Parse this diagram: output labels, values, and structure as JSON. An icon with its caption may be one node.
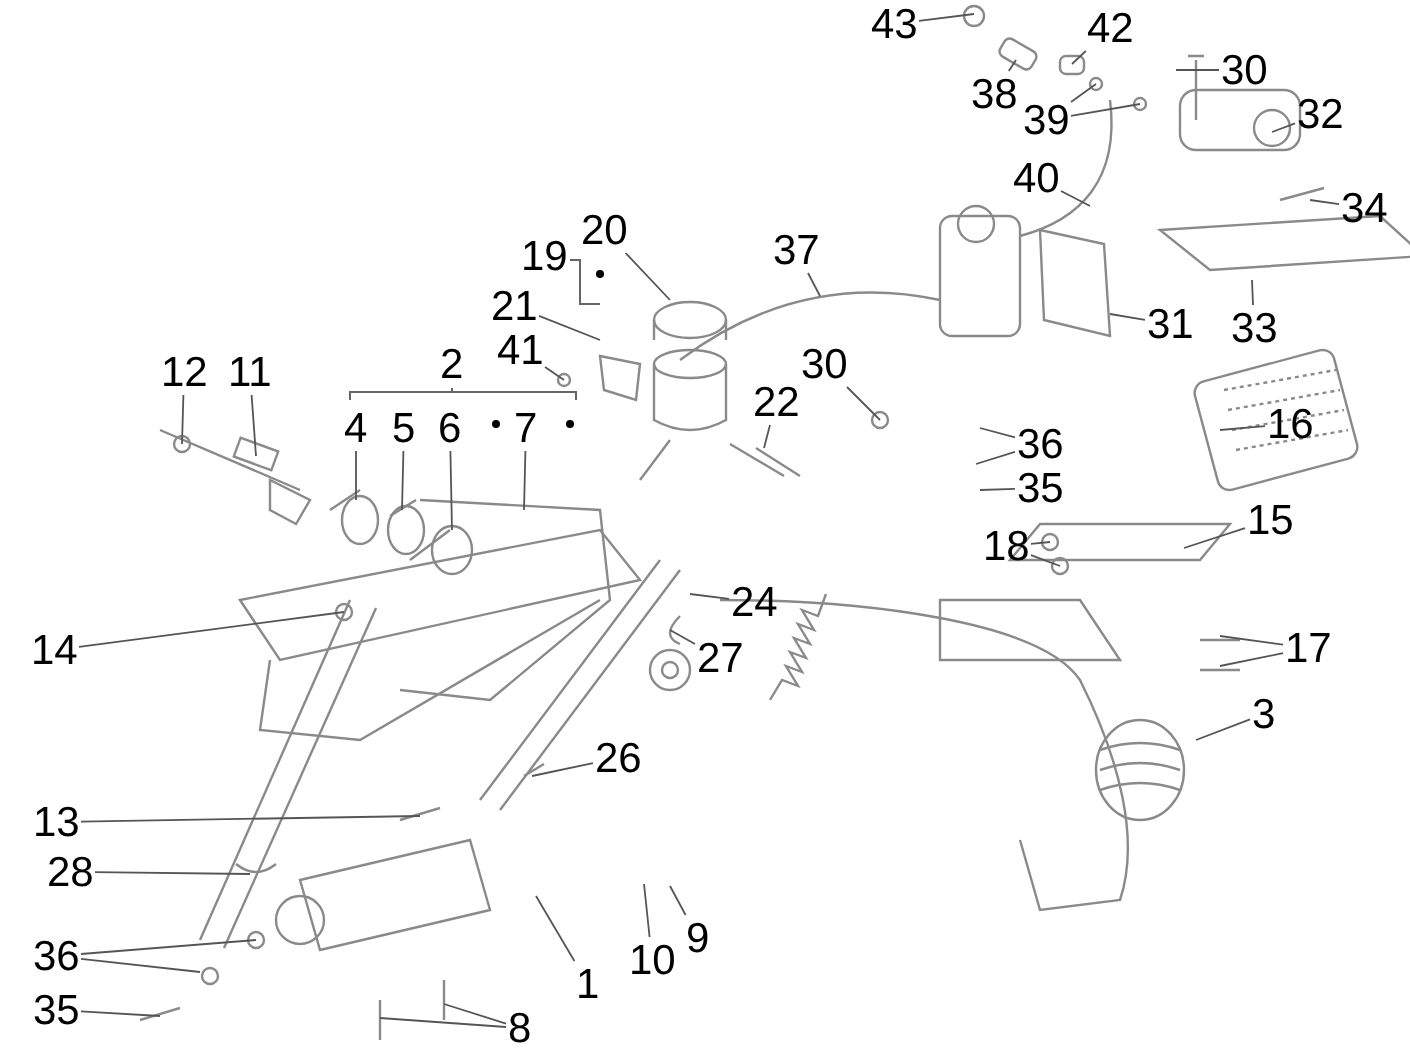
{
  "diagram": {
    "nodes": [
      {
        "text": [
          "43"
        ]
      },
      {
        "text": [
          "38"
        ]
      },
      {
        "text": [
          "42"
        ]
      },
      {
        "text": [
          "39"
        ]
      },
      {
        "text": [
          "30"
        ]
      },
      {
        "text": [
          "32"
        ]
      },
      {
        "text": [
          "34"
        ]
      },
      {
        "text": [
          "40"
        ]
      },
      {
        "text": [
          "33"
        ]
      },
      {
        "text": [
          "31"
        ]
      },
      {
        "text": [
          "20"
        ]
      },
      {
        "text": [
          "19"
        ]
      },
      {
        "text": [
          "37"
        ]
      },
      {
        "text": [
          "21"
        ]
      },
      {
        "text": [
          "41"
        ]
      },
      {
        "text": [
          "12"
        ]
      },
      {
        "text": [
          "11"
        ]
      },
      {
        "text": [
          "2"
        ]
      },
      {
        "text": [
          "4"
        ]
      },
      {
        "text": [
          "5"
        ]
      },
      {
        "text": [
          "6"
        ]
      },
      {
        "text": [
          "7"
        ]
      },
      {
        "text": [
          "30"
        ]
      },
      {
        "text": [
          "22"
        ]
      },
      {
        "text": [
          "36"
        ]
      },
      {
        "text": [
          "16"
        ]
      },
      {
        "text": [
          "35"
        ]
      },
      {
        "text": [
          "15"
        ]
      },
      {
        "text": [
          "18"
        ]
      },
      {
        "text": [
          "14"
        ]
      },
      {
        "text": [
          "24"
        ]
      },
      {
        "text": [
          "17"
        ]
      },
      {
        "text": [
          "27"
        ]
      },
      {
        "text": [
          "3"
        ]
      },
      {
        "text": [
          "13"
        ]
      },
      {
        "text": [
          "26"
        ]
      },
      {
        "text": [
          "28"
        ]
      },
      {
        "text": [
          "36"
        ]
      },
      {
        "text": [
          "35"
        ]
      },
      {
        "text": [
          "10"
        ]
      },
      {
        "text": [
          "9"
        ]
      },
      {
        "text": [
          "1"
        ]
      },
      {
        "text": [
          "8"
        ]
      }
    ],
    "edges": [
      {
        "from": 0,
        "to": null,
        "arrow": "none"
      },
      {
        "from": 1,
        "to": null,
        "arrow": "none"
      },
      {
        "from": 2,
        "to": null,
        "arrow": "none"
      },
      {
        "from": 3,
        "to": null,
        "arrow": "none"
      },
      {
        "from": 3,
        "to": null,
        "arrow": "none"
      },
      {
        "from": 4,
        "to": null,
        "arrow": "none"
      },
      {
        "from": 5,
        "to": null,
        "arrow": "none"
      },
      {
        "from": 6,
        "to": null,
        "arrow": "none"
      },
      {
        "from": 7,
        "to": null,
        "arrow": "none"
      },
      {
        "from": 8,
        "to": null,
        "arrow": "none"
      },
      {
        "from": 9,
        "to": null,
        "arrow": "none"
      },
      {
        "from": 10,
        "to": null,
        "arrow": "none"
      },
      {
        "from": 12,
        "to": null,
        "arrow": "none"
      },
      {
        "from": 13,
        "to": null,
        "arrow": "none"
      },
      {
        "from": 14,
        "to": null,
        "arrow": "none"
      },
      {
        "from": 15,
        "to": null,
        "arrow": "none"
      },
      {
        "from": 16,
        "to": null,
        "arrow": "none"
      },
      {
        "from": 18,
        "to": null,
        "arrow": "none"
      },
      {
        "from": 19,
        "to": null,
        "arrow": "none"
      },
      {
        "from": 20,
        "to": null,
        "arrow": "none"
      },
      {
        "from": 21,
        "to": null,
        "arrow": "none"
      },
      {
        "from": 22,
        "to": null,
        "arrow": "none"
      },
      {
        "from": 23,
        "to": null,
        "arrow": "none"
      },
      {
        "from": 24,
        "to": null,
        "arrow": "none"
      },
      {
        "from": 24,
        "to": null,
        "arrow": "none"
      },
      {
        "from": 25,
        "to": null,
        "arrow": "none"
      },
      {
        "from": 26,
        "to": null,
        "arrow": "none"
      },
      {
        "from": 27,
        "to": null,
        "arrow": "none"
      },
      {
        "from": 28,
        "to": null,
        "arrow": "none"
      },
      {
        "from": 28,
        "to": null,
        "arrow": "none"
      },
      {
        "from": 29,
        "to": null,
        "arrow": "none"
      },
      {
        "from": 30,
        "to": null,
        "arrow": "none"
      },
      {
        "from": 31,
        "to": null,
        "arrow": "none"
      },
      {
        "from": 31,
        "to": null,
        "arrow": "none"
      },
      {
        "from": 32,
        "to": null,
        "arrow": "none"
      },
      {
        "from": 33,
        "to": null,
        "arrow": "none"
      },
      {
        "from": 34,
        "to": null,
        "arrow": "none"
      },
      {
        "from": 35,
        "to": null,
        "arrow": "none"
      },
      {
        "from": 36,
        "to": null,
        "arrow": "none"
      },
      {
        "from": 37,
        "to": null,
        "arrow": "none"
      },
      {
        "from": 37,
        "to": null,
        "arrow": "none"
      },
      {
        "from": 38,
        "to": null,
        "arrow": "none"
      },
      {
        "from": 39,
        "to": null,
        "arrow": "none"
      },
      {
        "from": 40,
        "to": null,
        "arrow": "none"
      },
      {
        "from": 41,
        "to": null,
        "arrow": "none"
      },
      {
        "from": 42,
        "to": null,
        "arrow": "none"
      },
      {
        "from": 42,
        "to": null,
        "arrow": "none"
      }
    ]
  }
}
